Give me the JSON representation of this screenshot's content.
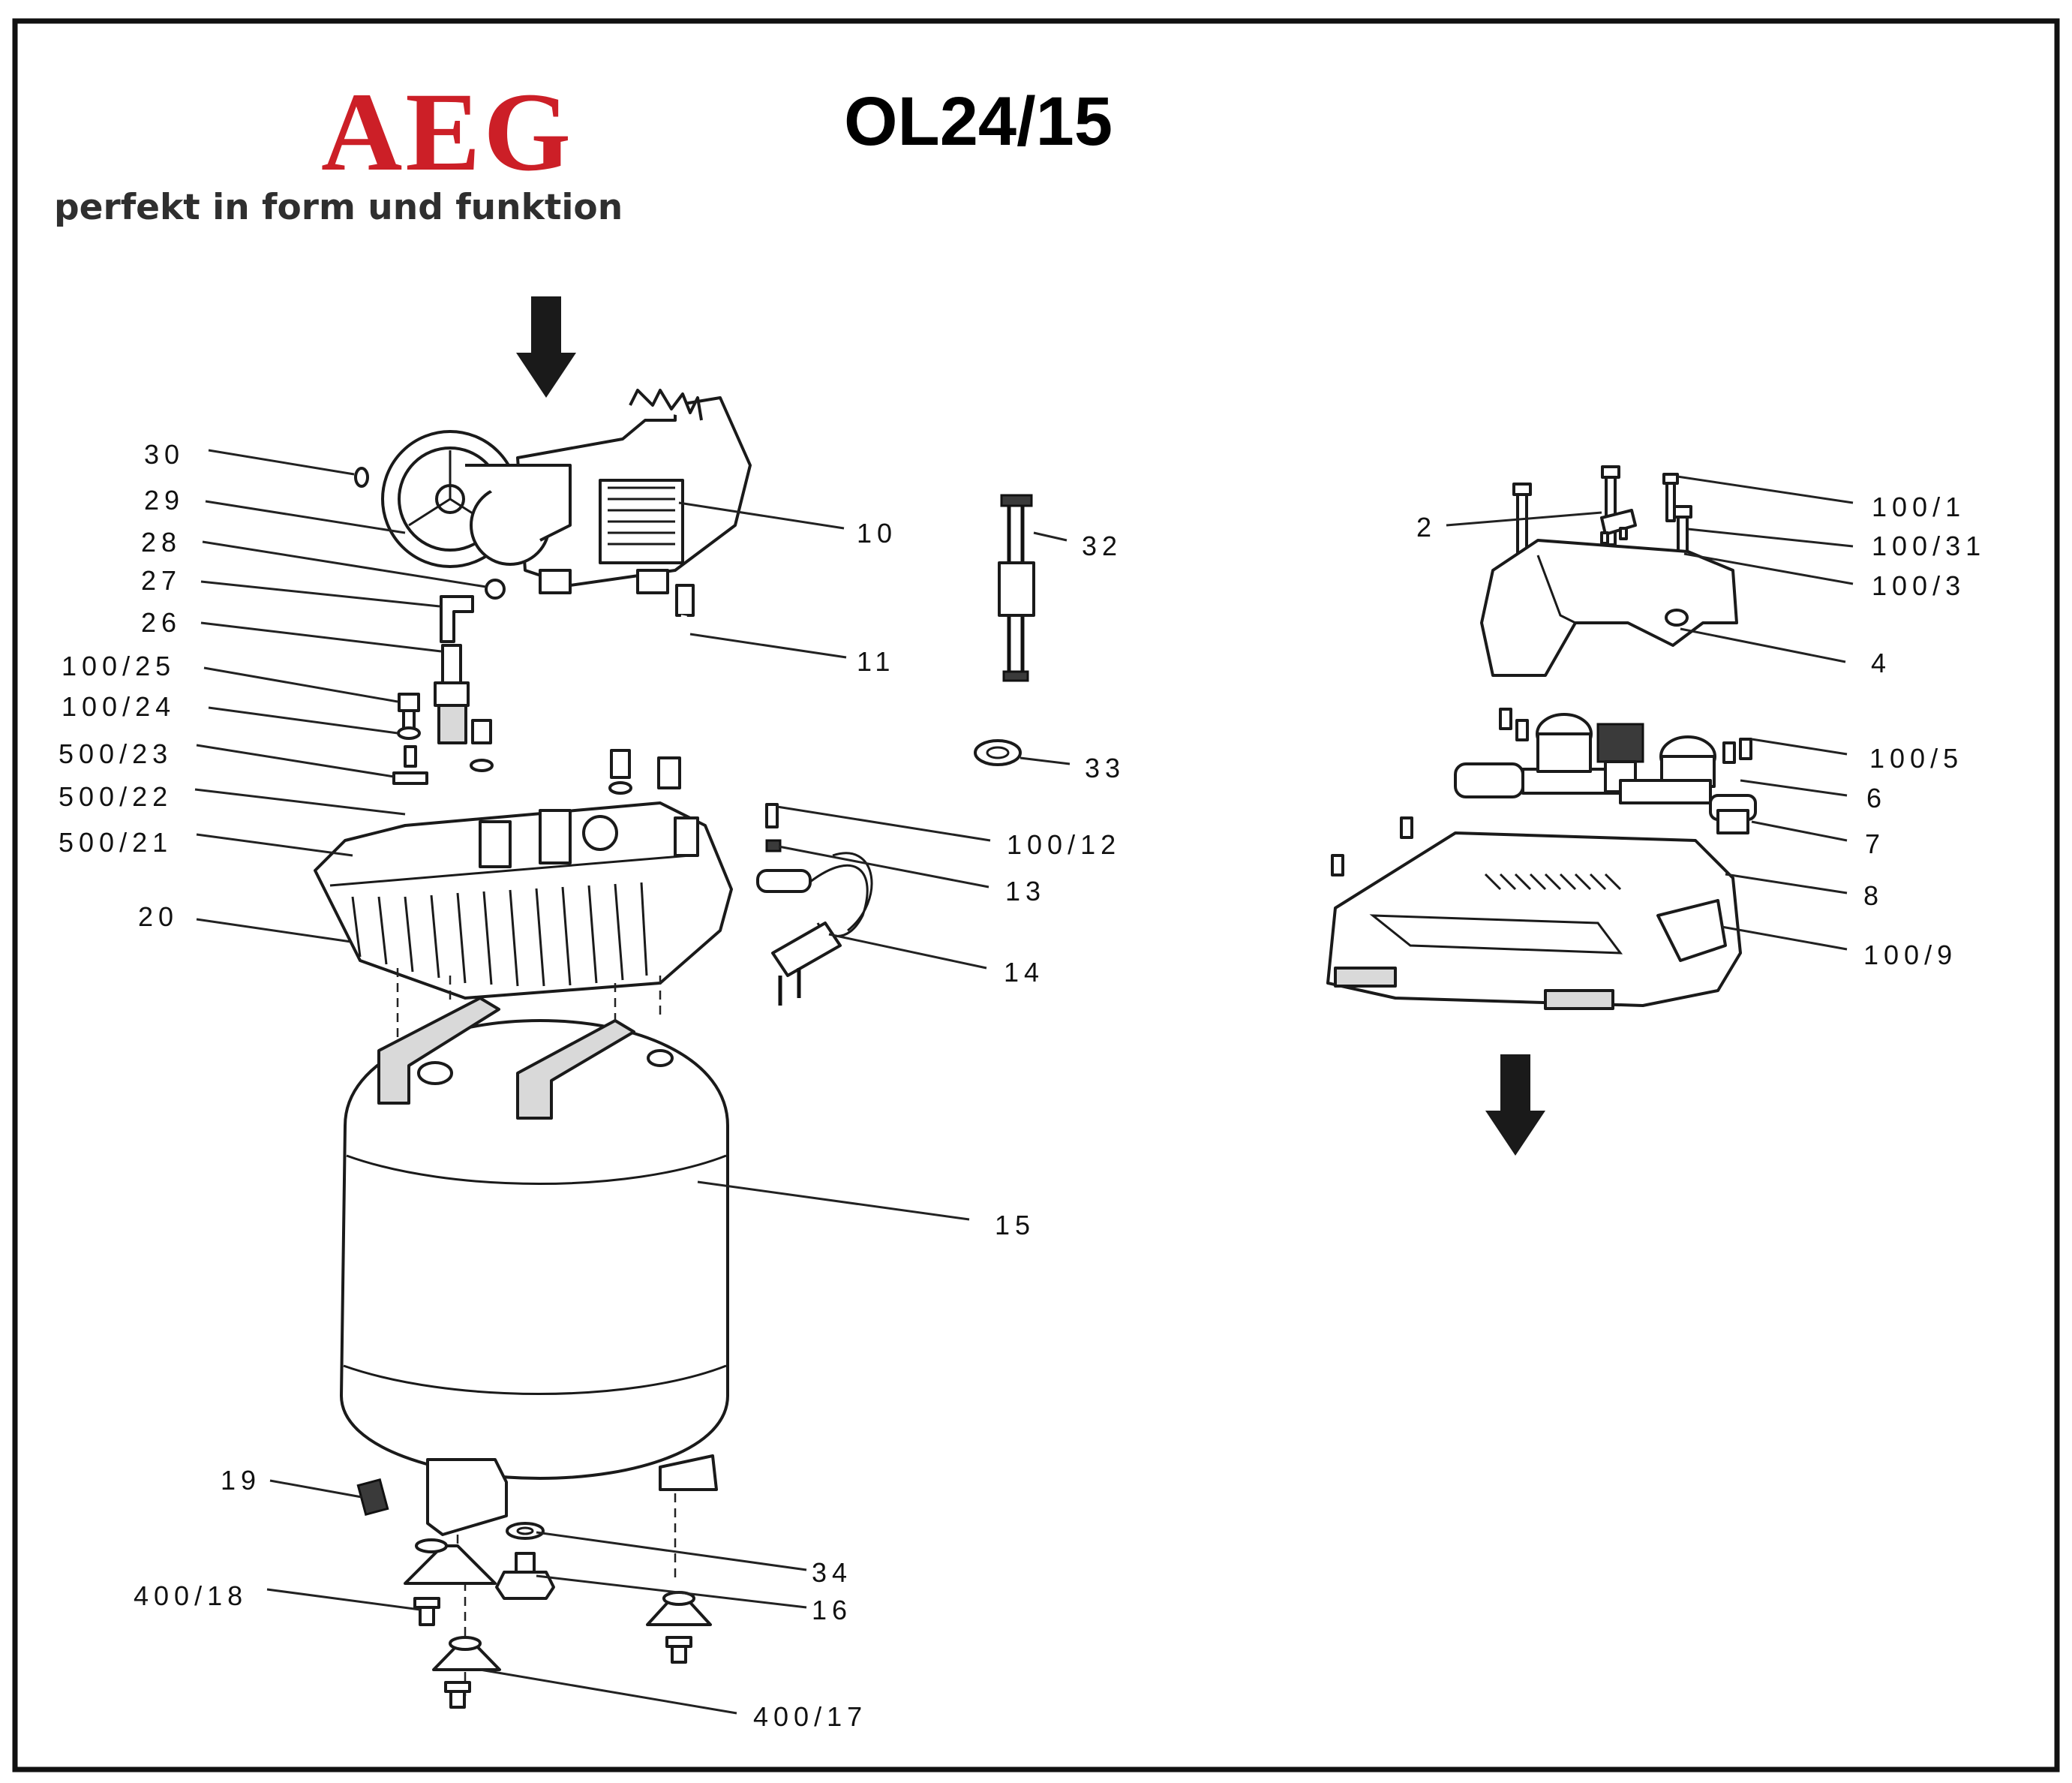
{
  "brand": {
    "name": "AEG",
    "tagline": "perfekt in form und funktion"
  },
  "model": "OL24/15",
  "colors": {
    "brand_red": "#cc1f27",
    "ink": "#1a1a1a",
    "border": "#111111"
  },
  "callouts": {
    "c30": "30",
    "c29": "29",
    "c28": "28",
    "c27": "27",
    "c26": "26",
    "c100_25": "100/25",
    "c100_24": "100/24",
    "c500_23": "500/23",
    "c500_22": "500/22",
    "c500_21": "500/21",
    "c20": "20",
    "c10": "10",
    "c11": "11",
    "c32": "32",
    "c33": "33",
    "c100_12": "100/12",
    "c13": "13",
    "c14": "14",
    "c15": "15",
    "c19": "19",
    "c400_18": "400/18",
    "c34": "34",
    "c16": "16",
    "c400_17": "400/17",
    "c2": "2",
    "c100_1": "100/1",
    "c100_31": "100/31",
    "c100_3": "100/3",
    "c4": "4",
    "c100_5": "100/5",
    "c6": "6",
    "c7": "7",
    "c8": "8",
    "c100_9": "100/9"
  },
  "icons": {
    "assembly_arrow_top": "arrow-down-icon",
    "assembly_arrow_bottom": "arrow-down-icon"
  }
}
